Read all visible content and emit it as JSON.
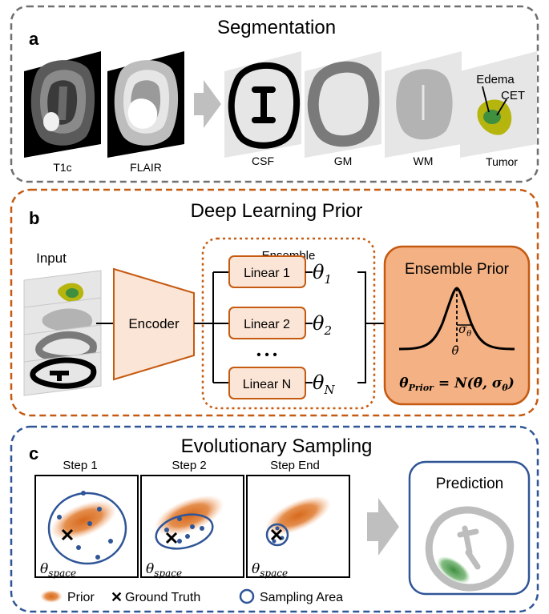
{
  "panel_a": {
    "letter": "a",
    "title": "Segmentation",
    "inputs": [
      "T1c",
      "FLAIR"
    ],
    "outputs": [
      "CSF",
      "GM",
      "WM",
      "Tumor"
    ],
    "tumor_labels": {
      "edema": "Edema",
      "cet": "CET"
    }
  },
  "panel_b": {
    "letter": "b",
    "title": "Deep Learning Prior",
    "input_label": "Input",
    "encoder_label": "Encoder",
    "ensemble_label": "Ensemble",
    "linear_layers": [
      "Linear 1",
      "Linear 2",
      "Linear N"
    ],
    "ellipsis": "• • •",
    "theta_symbol": "θ",
    "theta_subscripts": [
      "1",
      "2",
      "N"
    ],
    "prior_title": "Ensemble Prior",
    "prior_sigma": "σ",
    "prior_sigma_sub": "θ",
    "prior_mean": "θ̄",
    "prior_formula": {
      "lhs": "θ",
      "lhs_sub": "Prior",
      "rhs": " = N(θ̄, σ",
      "rhs_sub": "θ",
      "close": ")"
    }
  },
  "panel_c": {
    "letter": "c",
    "title": "Evolutionary Sampling",
    "steps": [
      "Step 1",
      "Step 2",
      "Step End"
    ],
    "space_symbol": "θ",
    "space_sub": "space",
    "prediction_label": "Prediction",
    "legend": {
      "prior": "Prior",
      "ground_truth": "Ground Truth",
      "sampling_area": "Sampling Area",
      "gt_marker": "✕"
    }
  },
  "colors": {
    "panel_a_border": "#707070",
    "panel_b_border": "#c55a11",
    "panel_c_border": "#2f5597",
    "orange_fill": "#f4b183",
    "orange_light": "#fbe5d6",
    "orange_dark": "#c55a11",
    "blue": "#2f5597",
    "tumor_edema": "#b5b50e",
    "tumor_core": "#3f8f3f"
  }
}
